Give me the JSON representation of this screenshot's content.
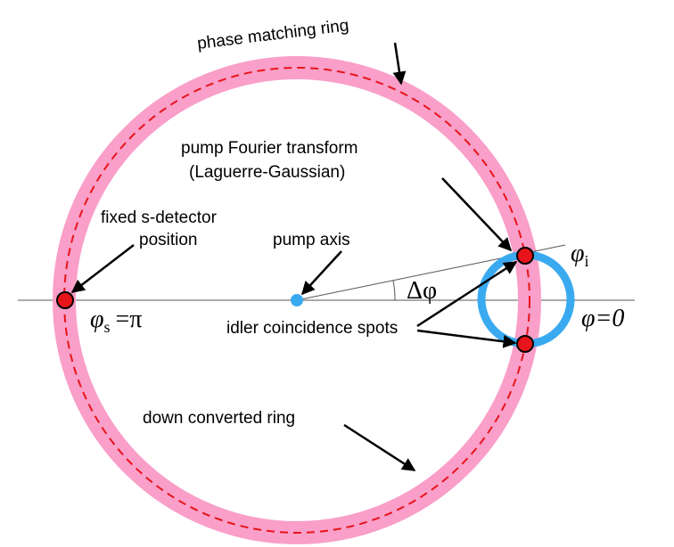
{
  "labels": {
    "phase_matching_ring": "phase matching ring",
    "pump_ft_line1": "pump Fourier transform",
    "pump_ft_line2": "(Laguerre-Gaussian)",
    "fixed_s_detector_line1": "fixed s-detector",
    "fixed_s_detector_line2": "position",
    "pump_axis": "pump axis",
    "idler_spots": "idler coincidence spots",
    "down_converted_ring": "down converted ring"
  },
  "math": {
    "phi_i_symbol": "φ",
    "phi_i_sub": "i",
    "delta_phi": "Δφ",
    "phi_s_symbol": "φ",
    "phi_s_sub": "s",
    "phi_s_eq": "=π",
    "phi_zero": "φ=0"
  },
  "colors": {
    "ring_pink": "#f99fc9",
    "dashed_red": "#e8141b",
    "spot_red": "#e8141b",
    "pump_blue": "#3aaaf0",
    "axis_gray": "#555555",
    "text": "#000000"
  }
}
